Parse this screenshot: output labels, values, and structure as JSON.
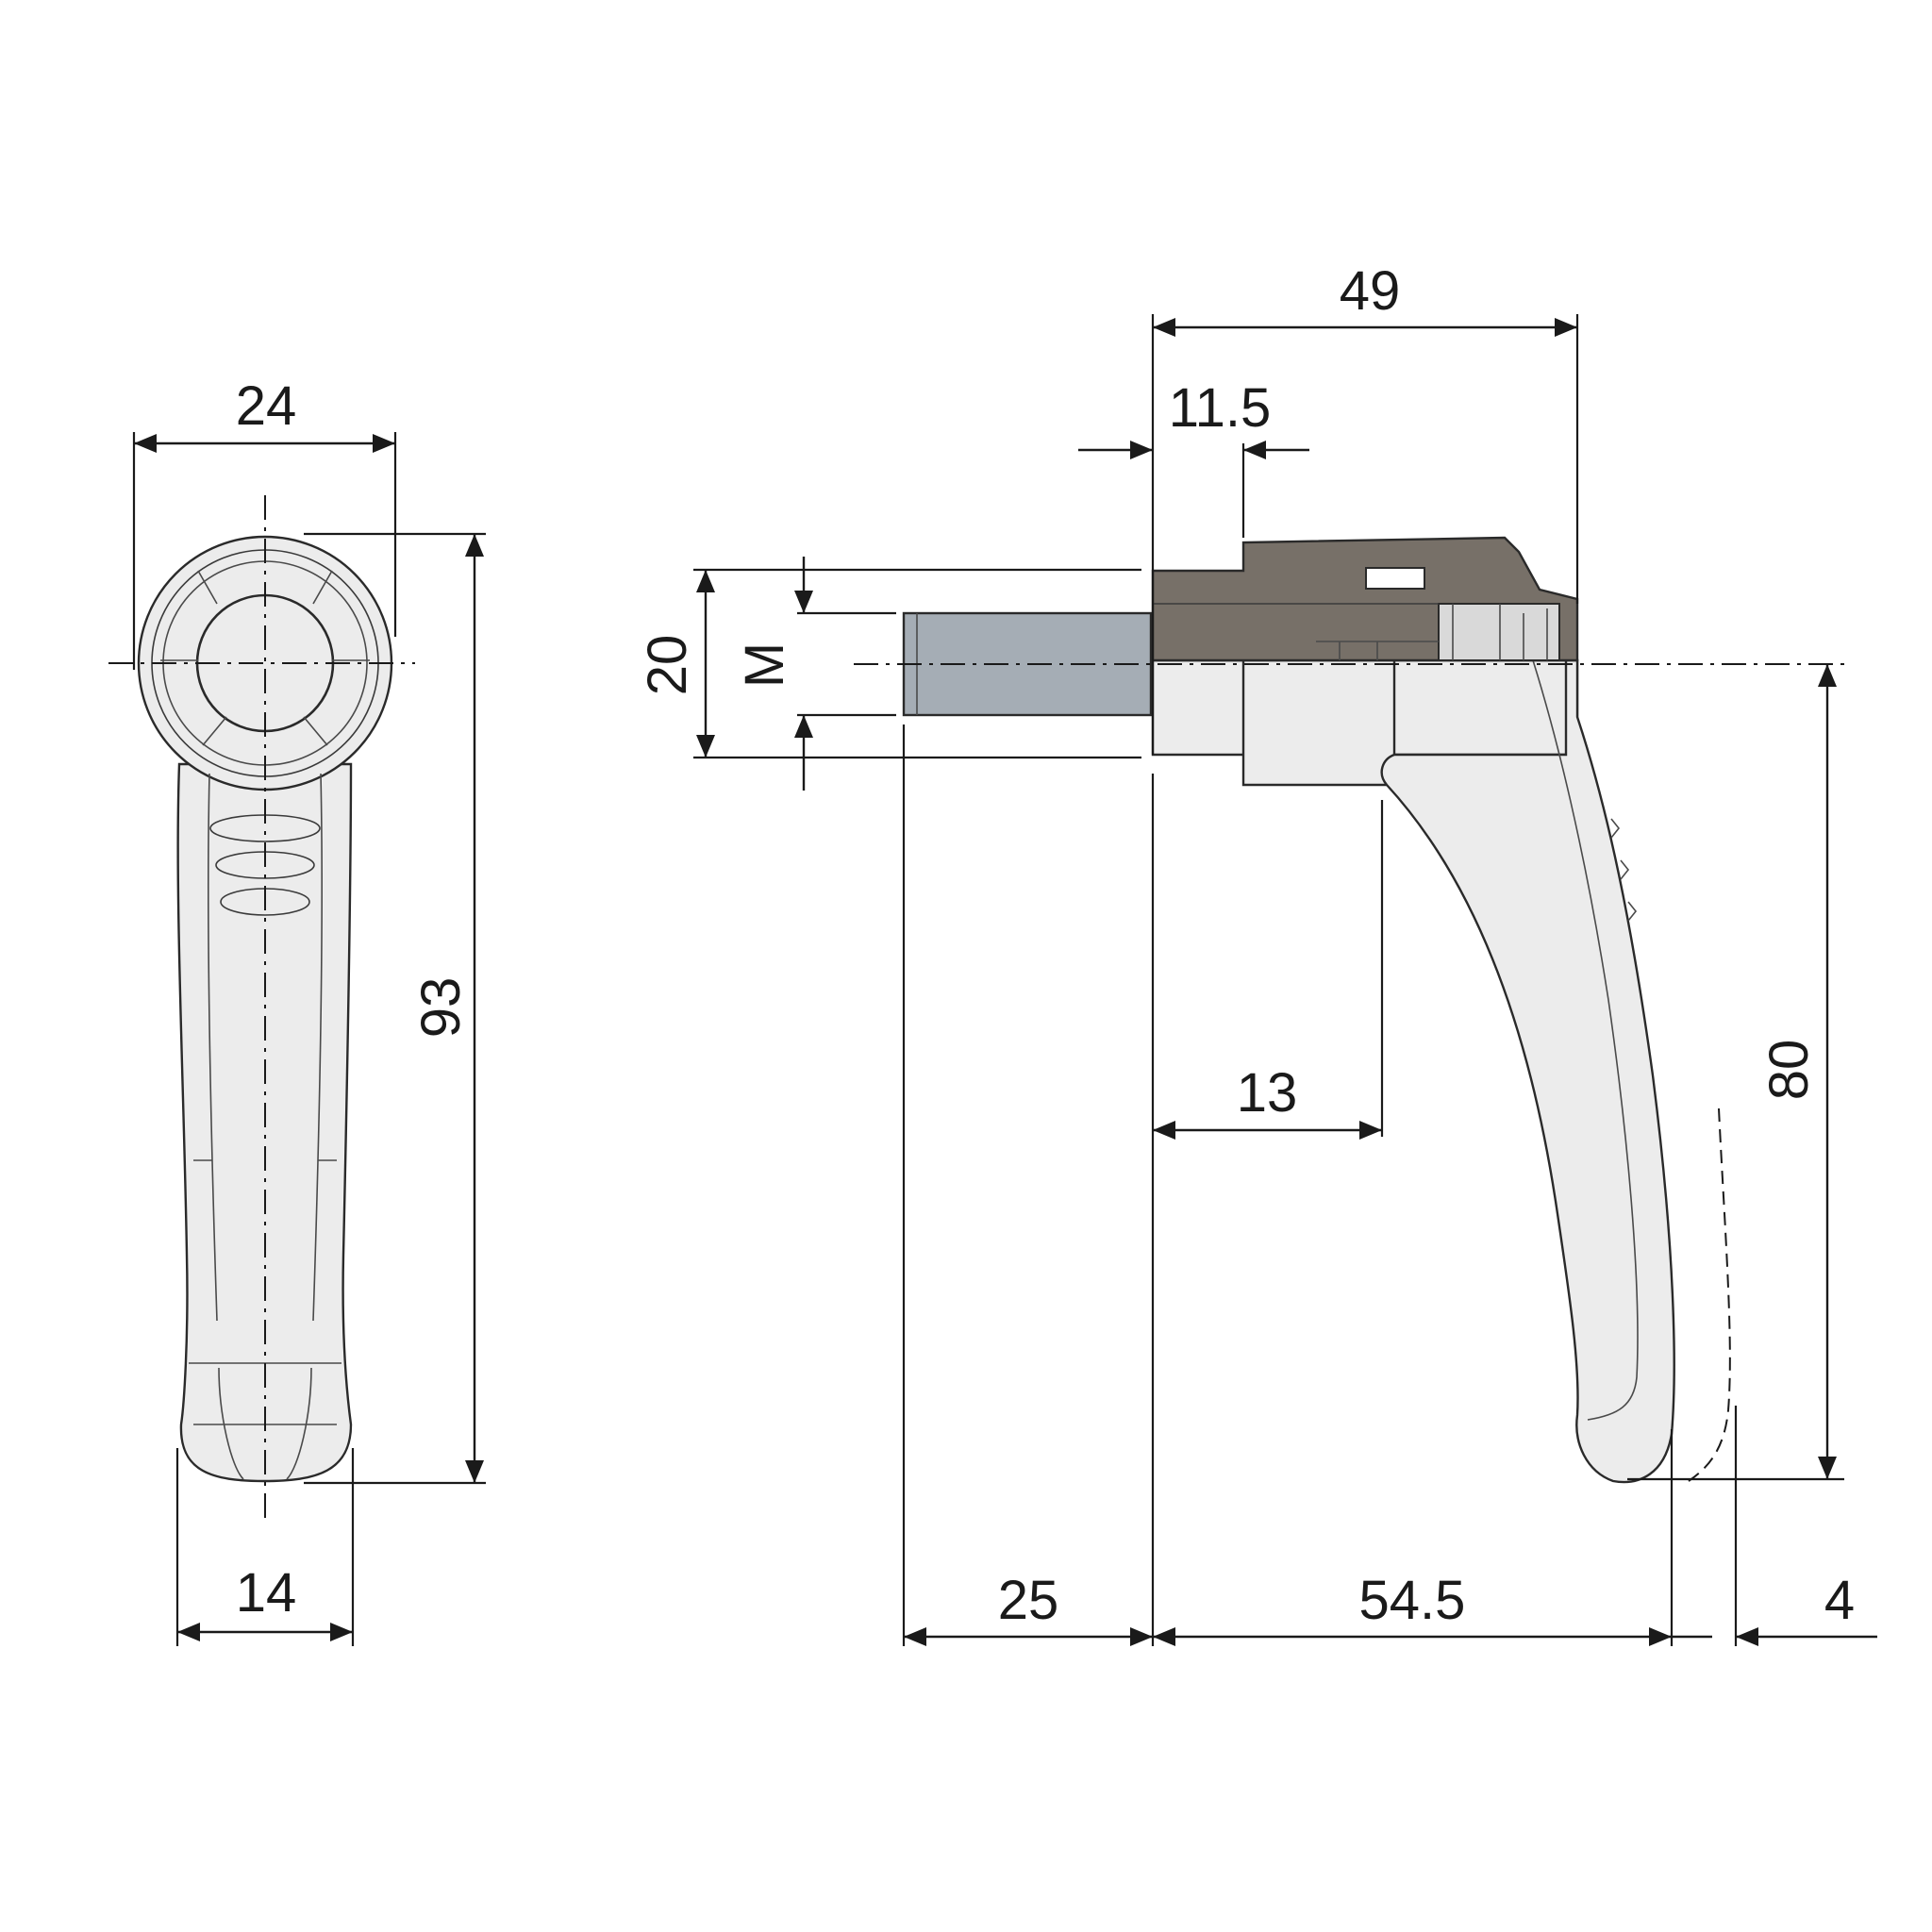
{
  "dimensions": {
    "front_width": "24",
    "front_height": "93",
    "front_grip_width": "14",
    "side_overall_length": "49",
    "side_collar": "11.5",
    "side_diameter": "20",
    "side_thread": "M",
    "side_grip_offset": "13",
    "side_height": "80",
    "side_thread_length": "25",
    "side_lever_reach": "54.5",
    "side_travel": "4"
  },
  "colors": {
    "lever": "#ececec",
    "clamp_dark": "#777068",
    "thread": "#a5adb5"
  }
}
